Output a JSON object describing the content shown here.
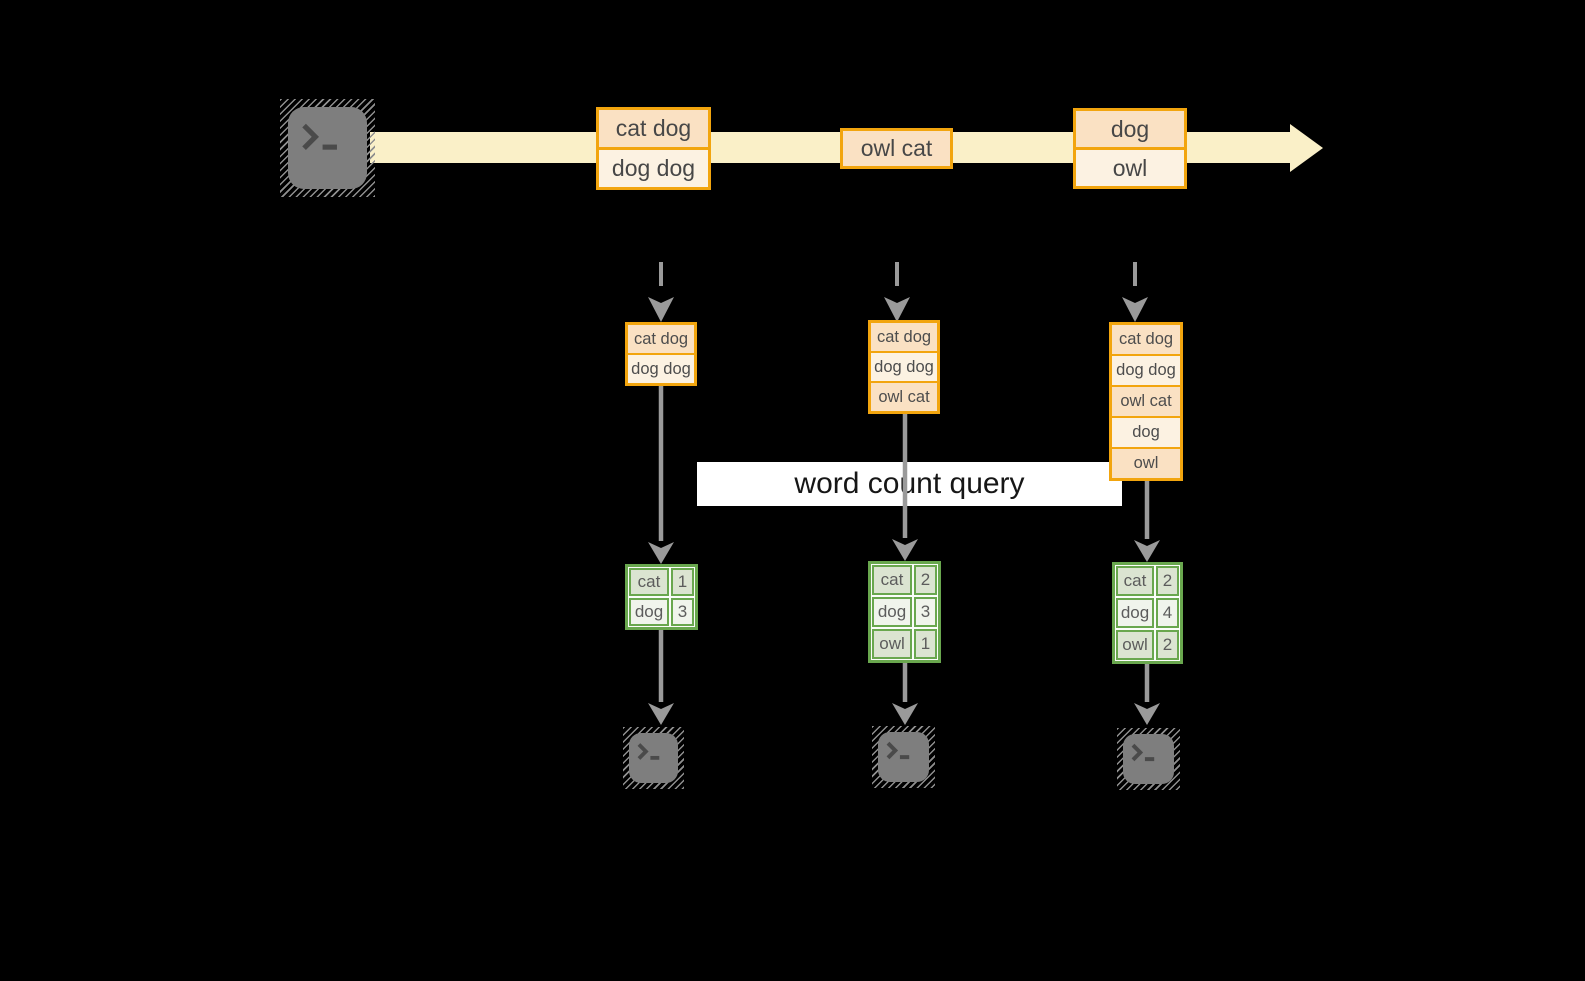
{
  "query_label": "word count query",
  "stream": {
    "messages": [
      {
        "rows": [
          "cat dog",
          "dog dog"
        ]
      },
      {
        "rows": [
          "owl cat"
        ]
      },
      {
        "rows": [
          "dog",
          "owl"
        ]
      }
    ]
  },
  "buffers": [
    {
      "rows": [
        "cat dog",
        "dog dog"
      ]
    },
    {
      "rows": [
        "cat dog",
        "dog dog",
        "owl cat"
      ]
    },
    {
      "rows": [
        "cat dog",
        "dog dog",
        "owl cat",
        "dog",
        "owl"
      ]
    }
  ],
  "count_tables": [
    {
      "rows": [
        [
          "cat",
          "1"
        ],
        [
          "dog",
          "3"
        ]
      ]
    },
    {
      "rows": [
        [
          "cat",
          "2"
        ],
        [
          "dog",
          "3"
        ],
        [
          "owl",
          "1"
        ]
      ]
    },
    {
      "rows": [
        [
          "cat",
          "2"
        ],
        [
          "dog",
          "4"
        ],
        [
          "owl",
          "2"
        ]
      ]
    }
  ],
  "icons": {
    "source": "terminal-icon",
    "outputs": [
      "terminal-icon",
      "terminal-icon",
      "terminal-icon"
    ],
    "stream_arrow": "right-arrow",
    "ingest_arrows": "dashed-down-arrow",
    "flow_arrows": "solid-down-arrow"
  },
  "colors": {
    "background": "#000000",
    "stream_band": "#FAF0C8",
    "orange_border": "#F2A50E",
    "orange_fill_dark": "#FAE1C3",
    "orange_fill_light": "#FCF2E2",
    "green_border": "#69A74E",
    "green_fill_dark": "#DBE4D1",
    "green_fill_light": "#F0F4EC",
    "arrow_gray": "#9A9A9A",
    "terminal_gray": "#7E7E7E",
    "label_background": "#FFFFFF"
  }
}
